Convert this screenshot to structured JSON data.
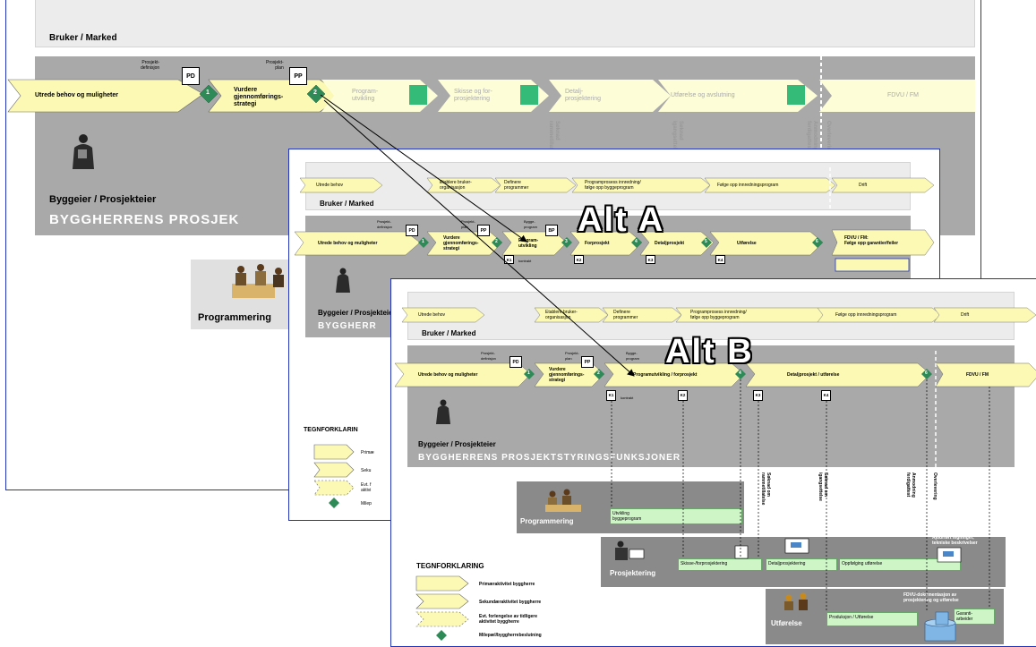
{
  "sheet1": {
    "bruker_label": "Bruker / Marked",
    "milestone_docs": [
      {
        "code": "PD",
        "caption": "Prosjekt-\ndefinisjon"
      },
      {
        "code": "PP",
        "caption": "Prosjekt-\nplan"
      }
    ],
    "phases": [
      {
        "label": "Utrede behov og muligheter",
        "num": "1"
      },
      {
        "label": "Vurdere\ngjennomførings-\nstrategi",
        "num": "2"
      },
      {
        "label": "Program-\nutvikling"
      },
      {
        "label": "Skisse og for-\nprosjektering"
      },
      {
        "label": "Detalj-\nprosjektering"
      },
      {
        "label": "Utførelse og avslutning"
      },
      {
        "label": "FDVU / FM"
      }
    ],
    "vertical_labels": [
      "Søknad\nrammetillatelse",
      "Søknad\nigangsettelse",
      "Anmodning\nferdigattest",
      "Overlevering"
    ],
    "owner_label": "Byggeier / Prosjekteier",
    "owner_watermark": "BYGGHERRENS PROSJEK",
    "box_label": "Programmering"
  },
  "sheet2": {
    "alt_label": "Alt A",
    "bruker_label": "Bruker / Marked",
    "top_arrows": [
      "Utrede behov",
      "Etablere bruker-\norganisasjon",
      "Definere\nprogrammer",
      "Programprosess innredning/\nfølge opp byggeprogram",
      "Følge opp innredningsprogram",
      "Drift"
    ],
    "milestone_docs": [
      {
        "code": "PD",
        "caption": "Prosjekt-\ndefinisjon"
      },
      {
        "code": "PP",
        "caption": "Prosjekt-\nplan"
      },
      {
        "code": "BP",
        "caption": "Bygge-\nprogram"
      }
    ],
    "phases": [
      {
        "label": "Utrede behov og muligheter",
        "num": "1"
      },
      {
        "label": "Vurdere\ngjennomførings-\nstrategi",
        "num": "2"
      },
      {
        "label": "Program-\nutvikling",
        "num": "3"
      },
      {
        "label": "Forprosjekt",
        "num": "4"
      },
      {
        "label": "Detaljprosjekt",
        "num": "5"
      },
      {
        "label": "Utførelse",
        "num": "6"
      },
      {
        "label": "FDVU / FM:\nFølge opp garantier/feiler"
      }
    ],
    "k_boxes": [
      "K1",
      "K2",
      "K3",
      "K4"
    ],
    "k_note": "kontrakt",
    "owner_label": "Byggeier / Prosjekteier",
    "owner_watermark": "BYGGHERR",
    "legend_title": "TEGNFORKLARIN",
    "legend_items": [
      "Primæ",
      "Seku",
      "Evt. f\naktivi",
      "Milep"
    ]
  },
  "sheet3": {
    "alt_label": "Alt B",
    "bruker_label": "Bruker / Marked",
    "top_arrows": [
      "Utrede behov",
      "Etablere bruker-\norganisasjon",
      "Definere\nprogrammer",
      "Programprosess innredning/\nfølge opp byggeprogram",
      "Følge opp innredningsprogram",
      "Drift"
    ],
    "milestone_docs": [
      {
        "code": "PD",
        "caption": "Prosjekt-\ndefinisjon"
      },
      {
        "code": "PP",
        "caption": "Prosjekt-\nplan"
      }
    ],
    "bygge_caption": "Bygge-\nprogram",
    "phases": [
      {
        "label": "Utrede behov og muligheter",
        "num": "1"
      },
      {
        "label": "Vurdere\ngjennomførings-\nstrategi",
        "num": "2"
      },
      {
        "label": "Programutvikling / forprosjekt",
        "num": "4"
      },
      {
        "label": "Detaljprosjekt / utførelse",
        "num": "6"
      },
      {
        "label": "FDVU / FM"
      }
    ],
    "k_boxes": [
      "K1",
      "K2",
      "K3",
      "K4"
    ],
    "k_note": "kontrakt",
    "vertical_labels": [
      "Søknad om\nrammetillatelse",
      "Søknad om\nigangsettelse",
      "Anmodning\nferdigattest",
      "Overlevering"
    ],
    "owner_label": "Byggeier / Prosjekteier",
    "owner_watermark": "BYGGHERRENS PROSJEKTSTYRINGSFUNKSJONER",
    "lanes": [
      {
        "label": "Programmering",
        "activity": "Utvikling\nbyggeprogram"
      },
      {
        "label": "Prosjektering",
        "activities": [
          "Skisse-/forprosjektering",
          "Detaljprosjektering",
          "Oppfølging utførelse"
        ],
        "note": "Ajourført tegninger,\ntekniske beskrivelser"
      },
      {
        "label": "Utførelse",
        "activities": [
          "Produksjon / Utførelse",
          "Garanti-\narbeider"
        ],
        "note": "FDVU-dokumentasjon av\nprosjektering og utførelse"
      }
    ],
    "legend_title": "TEGNFORKLARING",
    "legend_items": [
      "Primæraktivitet byggherre",
      "Sekundæraktivitet byggherre",
      "Evt. forlengelse av tidligere\naktivitet byggherre",
      "Milepæl/byggherrebeslutning"
    ]
  },
  "colors": {
    "phase_yellow": "#fbf9b4",
    "phase_faint": "#fdfdd8",
    "milestone_green": "#2e8b57",
    "grey_band": "#a9a9a9",
    "frame_blue": "#2233bb",
    "lane_green": "#cdf5c6"
  }
}
